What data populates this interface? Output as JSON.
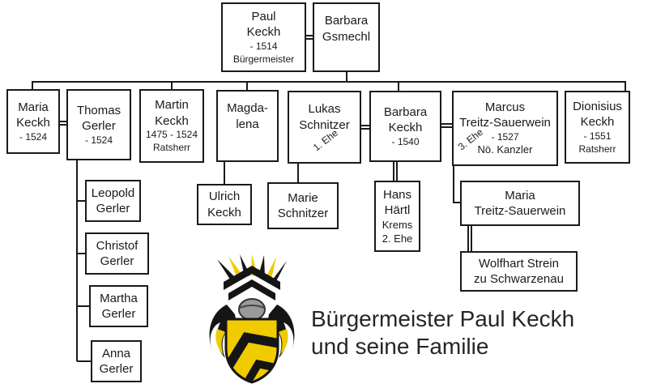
{
  "diagram_title": {
    "line1": "Bürgermeister Paul Keckh",
    "line2": "und seine Familie"
  },
  "people": {
    "paul_keckh": {
      "lines": [
        "Paul",
        "Keckh",
        "- 1514",
        "Bürgermeister"
      ]
    },
    "barbara_gsmechl": {
      "lines": [
        "Barbara",
        "Gsmechl"
      ]
    },
    "maria_keckh": {
      "lines": [
        "Maria",
        "Keckh",
        "- 1524"
      ]
    },
    "thomas_gerler": {
      "lines": [
        "Thomas",
        "Gerler",
        "- 1524"
      ]
    },
    "martin_keckh": {
      "lines": [
        "Martin",
        "Keckh",
        "1475 - 1524",
        "Ratsherr"
      ]
    },
    "magdalena": {
      "lines": [
        "Magda-",
        "lena"
      ]
    },
    "lukas_schnitzer": {
      "lines": [
        "Lukas",
        "Schnitzer"
      ],
      "marriage_note": "1. Ehe"
    },
    "barbara_keckh": {
      "lines": [
        "Barbara",
        "Keckh",
        "- 1540"
      ]
    },
    "marcus_treitz_sauerwein": {
      "lines": [
        "Marcus",
        "Treitz-Sauerwein",
        "- 1527",
        "Nö. Kanzler"
      ],
      "marriage_note": "3. Ehe"
    },
    "dionisius_keckh": {
      "lines": [
        "Dionisius",
        "Keckh",
        "- 1551",
        "Ratsherr"
      ]
    },
    "leopold_gerler": {
      "lines": [
        "Leopold",
        "Gerler"
      ]
    },
    "christof_gerler": {
      "lines": [
        "Christof",
        "Gerler"
      ]
    },
    "martha_gerler": {
      "lines": [
        "Martha",
        "Gerler"
      ]
    },
    "anna_gerler": {
      "lines": [
        "Anna",
        "Gerler"
      ]
    },
    "ulrich_keckh": {
      "lines": [
        "Ulrich",
        "Keckh"
      ]
    },
    "marie_schnitzer": {
      "lines": [
        "Marie",
        "Schnitzer"
      ]
    },
    "hans_haertl": {
      "lines": [
        "Hans",
        "Härtl",
        "Krems",
        "2. Ehe"
      ]
    },
    "maria_treitz_sauerwein": {
      "lines": [
        "Maria",
        "Treitz-Sauerwein"
      ]
    },
    "wolfhart_strein": {
      "lines": [
        "Wolfhart Strein",
        "zu Schwarzenau"
      ]
    }
  },
  "crest_colors": {
    "gold": "#EFCB00",
    "black": "#151515",
    "gray": "#9a9a9a"
  }
}
